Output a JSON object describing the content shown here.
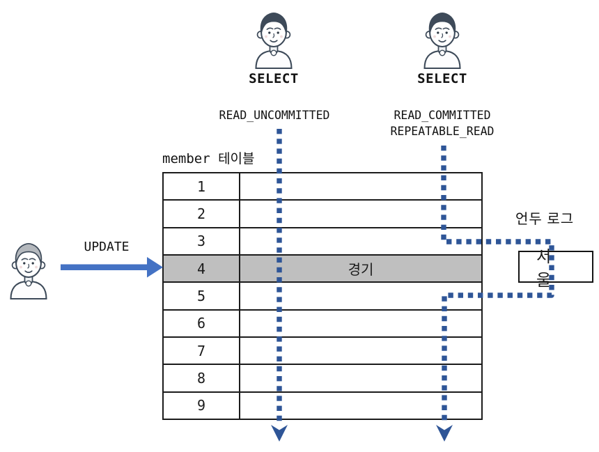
{
  "diagram_title": "transaction-isolation-levels",
  "colors": {
    "dotted_flow_line": "#2E5597",
    "update_arrow": "#4472C4",
    "highlighted_row": "#BFBFBF",
    "table_border": "#1b1b1b"
  },
  "actors": {
    "reader1": {
      "label": "SELECT",
      "isolation_levels": [
        "READ_UNCOMMITTED"
      ]
    },
    "reader2": {
      "label": "SELECT",
      "isolation_levels": [
        "READ_COMMITTED",
        "REPEATABLE_READ"
      ]
    },
    "writer": {
      "label": "UPDATE"
    }
  },
  "table": {
    "title": "member 테이블",
    "rows": [
      {
        "id": "1",
        "value": "",
        "highlighted": false
      },
      {
        "id": "2",
        "value": "",
        "highlighted": false
      },
      {
        "id": "3",
        "value": "",
        "highlighted": false
      },
      {
        "id": "4",
        "value": "경기",
        "highlighted": true
      },
      {
        "id": "5",
        "value": "",
        "highlighted": false
      },
      {
        "id": "6",
        "value": "",
        "highlighted": false
      },
      {
        "id": "7",
        "value": "",
        "highlighted": false
      },
      {
        "id": "8",
        "value": "",
        "highlighted": false
      },
      {
        "id": "9",
        "value": "",
        "highlighted": false
      }
    ]
  },
  "undo_log": {
    "title": "언두 로그",
    "value": "서울"
  }
}
